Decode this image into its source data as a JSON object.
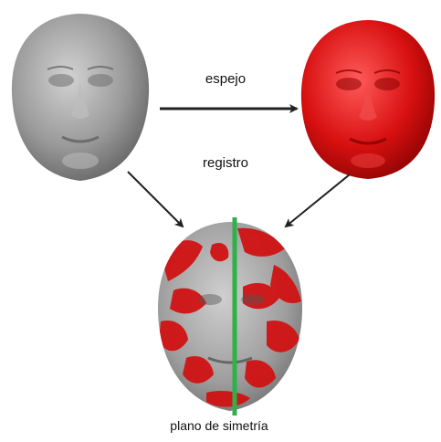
{
  "labels": {
    "mirror": "espejo",
    "registration": "registro",
    "symmetry_plane": "plano de simetría"
  },
  "colors": {
    "original_face": "#8e8e8e",
    "mirrored_face": "#d81010",
    "overlay_red": "#d01212",
    "symmetry_line": "#2fb04a",
    "arrow": "#222222"
  },
  "icons": {
    "original": "gray-face-scan-icon",
    "mirrored": "red-face-scan-icon",
    "merged": "merged-face-scan-icon"
  }
}
